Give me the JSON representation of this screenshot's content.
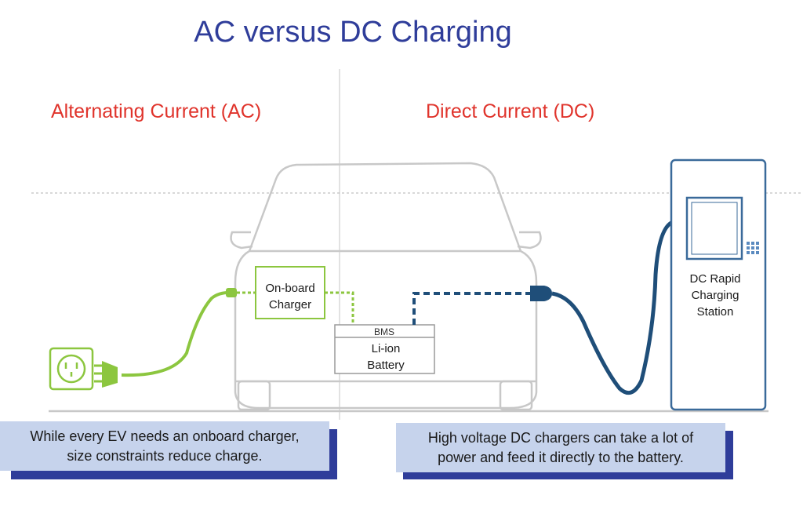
{
  "title": "AC versus DC Charging",
  "ac": {
    "heading": "Alternating Current (AC)",
    "charger_line1": "On-board",
    "charger_line2": "Charger",
    "caption_line1": "While every EV needs an onboard charger,",
    "caption_line2": "size constraints reduce charge."
  },
  "dc": {
    "heading": "Direct Current (DC)",
    "station_line1": "DC Rapid",
    "station_line2": "Charging",
    "station_line3": "Station",
    "caption_line1": "High voltage DC chargers can take a lot of",
    "caption_line2": "power and feed it directly to the battery."
  },
  "battery": {
    "bms_label": "BMS",
    "line1": "Li-ion",
    "line2": "Battery"
  },
  "colors": {
    "title": "#2f3d9a",
    "heading": "#e0342c",
    "ac_green": "#8cc63f",
    "dc_blue": "#1f4e79",
    "caption_bg": "#c6d3ec",
    "caption_shadow": "#2f3d9a",
    "car_outline": "#c8c8c8"
  },
  "icons": [
    "wall-outlet-icon",
    "ac-plug-icon",
    "dc-connector-icon",
    "keypad-icon"
  ]
}
